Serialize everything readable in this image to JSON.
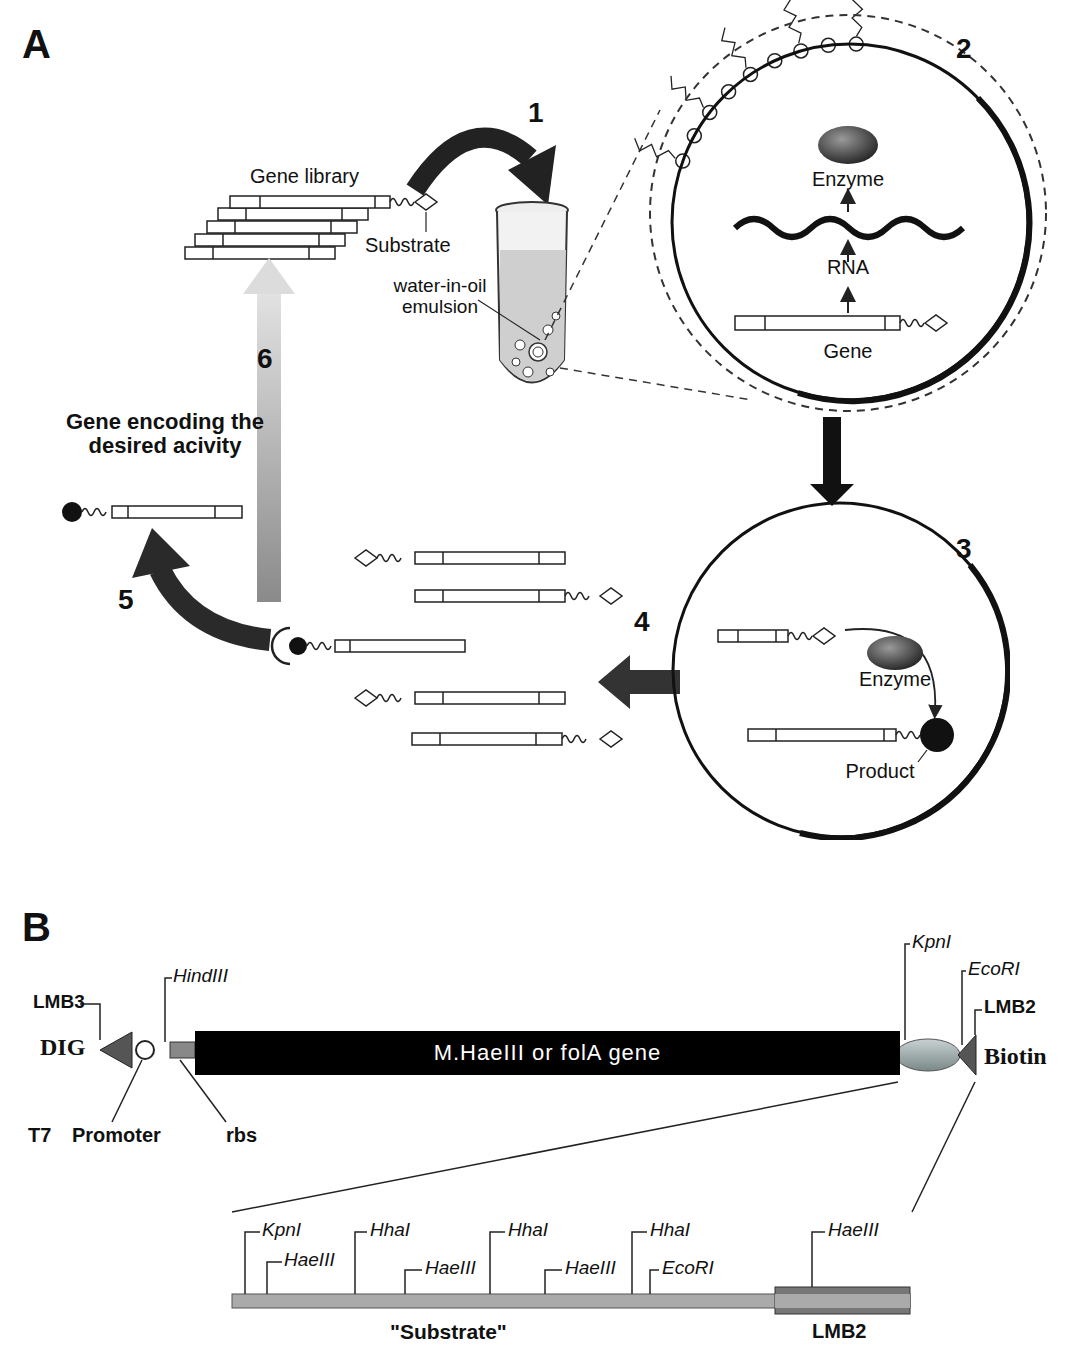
{
  "diagram": {
    "nodes": [
      {
        "text": [
          "Enzyme",
          "RNA",
          "Gene"
        ]
      },
      {
        "text": [
          "Enzyme",
          "Product"
        ]
      },
      {
        "text": [
          "M.HaeIII or folA gene"
        ]
      }
    ],
    "edges": [
      {
        "from": 0,
        "to": 1,
        "arrow": "to"
      }
    ],
    "labels": [
      "A",
      "Gene library",
      "Substrate",
      "water-in-oil emulsion",
      "1",
      "2",
      "6",
      "Gene encoding the desired acivity",
      "5",
      "4",
      "3",
      "B",
      "HindIII",
      "LMB3",
      "DIG",
      "T7",
      "Promoter",
      "rbs",
      "KpnI",
      "EcoRI",
      "LMB2",
      "Biotin",
      "KpnI",
      "HaeIII",
      "HhaI",
      "HaeIII",
      "HhaI",
      "HaeIII",
      "HhaI",
      "EcoRI",
      "HaeIII",
      "\"Substrate\"",
      "LMB2"
    ]
  }
}
